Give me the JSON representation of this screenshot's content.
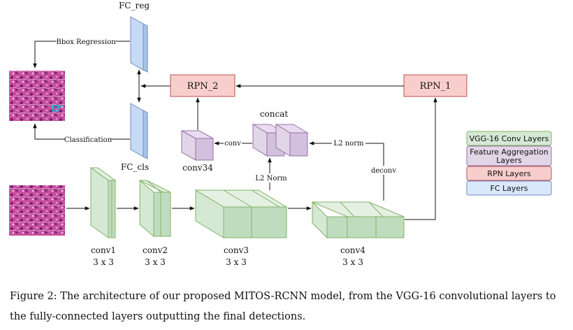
{
  "diagram": {
    "labels": {
      "fc_reg": "FC_reg",
      "fc_cls": "FC_cls",
      "bbox_regression": "Bbox Regression",
      "classification": "Classification",
      "rpn_2": "RPN_2",
      "rpn_1": "RPN_1",
      "concat": "concat",
      "conv": "conv",
      "conv34": "conv34",
      "l2_norm_vertical": "L2 Norm",
      "l2_norm_horizontal": "L2 norm",
      "deconv": "deconv",
      "conv1": "conv1",
      "conv1_kernel": "3 x 3",
      "conv2": "conv2",
      "conv2_kernel": "3 x 3",
      "conv3": "conv3",
      "conv3_kernel": "3 x 3",
      "conv4": "conv4",
      "conv4_kernel": "3 x 3"
    },
    "legend": [
      {
        "label": "VGG-16 Conv Layers",
        "fill": "#d5e8d4",
        "stroke": "#82b366"
      },
      {
        "label": "Feature Aggregation Layers",
        "fill": "#e1d5e7",
        "stroke": "#9673a6"
      },
      {
        "label": "RPN Layers",
        "fill": "#f8cecc",
        "stroke": "#b85450"
      },
      {
        "label": "FC Layers",
        "fill": "#dae8fc",
        "stroke": "#6c8ebf"
      }
    ],
    "colors": {
      "conv_fill": "#d5e8d4",
      "conv_stroke": "#82b366",
      "agg_fill": "#e1d5e7",
      "agg_stroke": "#9673a6",
      "rpn_fill": "#f8cecc",
      "rpn_stroke": "#b85450",
      "fc_fill": "#dae8fc",
      "fc_stroke": "#6c8ebf",
      "tissue": "#c04a9e",
      "bbox": "#1ab3d6"
    }
  },
  "caption": "Figure 2: The architecture of our proposed MITOS-RCNN model, from the VGG-16 convolutional layers to the fully-connected layers outputting the final detections."
}
